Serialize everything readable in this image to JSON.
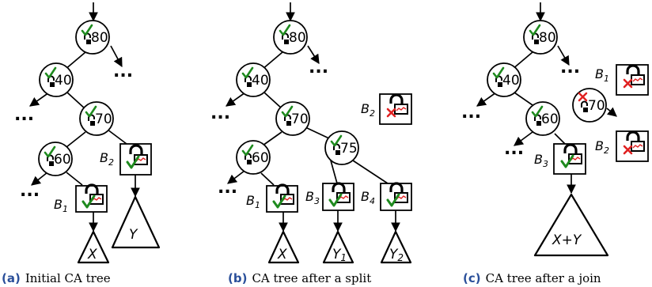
{
  "colors": {
    "check": "#1e8a1e",
    "cross": "#e02020",
    "caption_label": "#2a4f9a",
    "stat_line": "#e02020"
  },
  "diagrams": [
    {
      "caption_label": "(a)",
      "caption_text": "Initial CA tree",
      "keys": [
        "80",
        "40",
        "70",
        "60"
      ],
      "base_labels": [
        {
          "letter": "B",
          "sub": "1"
        },
        {
          "letter": "B",
          "sub": "2"
        }
      ],
      "subtrees": [
        {
          "letter": "X",
          "sub": ""
        },
        {
          "letter": "Y",
          "sub": ""
        }
      ],
      "ellipsis": [
        "...",
        "...",
        "...",
        "..."
      ]
    },
    {
      "caption_label": "(b)",
      "caption_text": "CA tree after a split",
      "keys": [
        "80",
        "40",
        "70",
        "60",
        "75"
      ],
      "base_labels": [
        {
          "letter": "B",
          "sub": "1"
        },
        {
          "letter": "B",
          "sub": "3"
        },
        {
          "letter": "B",
          "sub": "4"
        },
        {
          "letter": "B",
          "sub": "2"
        }
      ],
      "subtrees": [
        {
          "letter": "X",
          "sub": ""
        },
        {
          "letter": "Y",
          "sub": "1"
        },
        {
          "letter": "Y",
          "sub": "2"
        }
      ],
      "ellipsis": [
        "...",
        "...",
        "...",
        "..."
      ]
    },
    {
      "caption_label": "(c)",
      "caption_text": "CA tree after a join",
      "keys": [
        "80",
        "40",
        "70",
        "60"
      ],
      "base_labels": [
        {
          "letter": "B",
          "sub": "1"
        },
        {
          "letter": "B",
          "sub": "2"
        },
        {
          "letter": "B",
          "sub": "3"
        }
      ],
      "subtrees": [
        {
          "letter": "X+Y",
          "sub": ""
        }
      ],
      "ellipsis": [
        "...",
        "...",
        "...",
        "..."
      ]
    }
  ]
}
